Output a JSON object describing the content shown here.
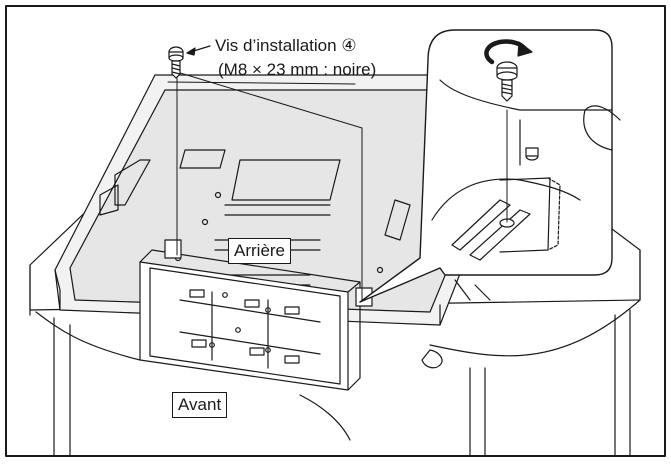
{
  "labels": {
    "screw_line1": "Vis d’installation ④",
    "screw_line2": "(M8 × 23 mm : noire)",
    "rear": "Arrière",
    "front": "Avant"
  },
  "colors": {
    "ink": "#1a1a1a",
    "panel_fill": "#f2f2f2",
    "screen_fill": "#e6e6e6",
    "background": "#ffffff"
  },
  "icons": {
    "screw": "screw-icon",
    "rotate_arrow": "rotate-arrow-icon"
  }
}
